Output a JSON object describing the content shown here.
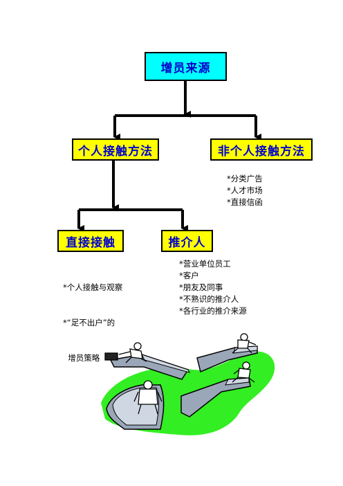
{
  "colors": {
    "root_fill": "#00ffff",
    "node_fill": "#ffff00",
    "node_text": "#0000cc",
    "line": "#000000",
    "grass": "#33ee22"
  },
  "nodes": {
    "root": "增员来源",
    "personal": "个人接触方法",
    "nonpersonal": "非个人接触方法",
    "direct": "直接接触",
    "referral": "推介人"
  },
  "lists": {
    "nonpersonal": [
      "*分类广告",
      "*人才市场",
      "*直接信函"
    ],
    "direct": [
      "*个人接触与观察",
      "*“足不出户”的",
      "  增员策略"
    ],
    "referral": [
      "*营业单位员工",
      "*客户",
      "*朋友及同事",
      "*不熟识的推介人",
      "*各行业的推介来源"
    ]
  }
}
